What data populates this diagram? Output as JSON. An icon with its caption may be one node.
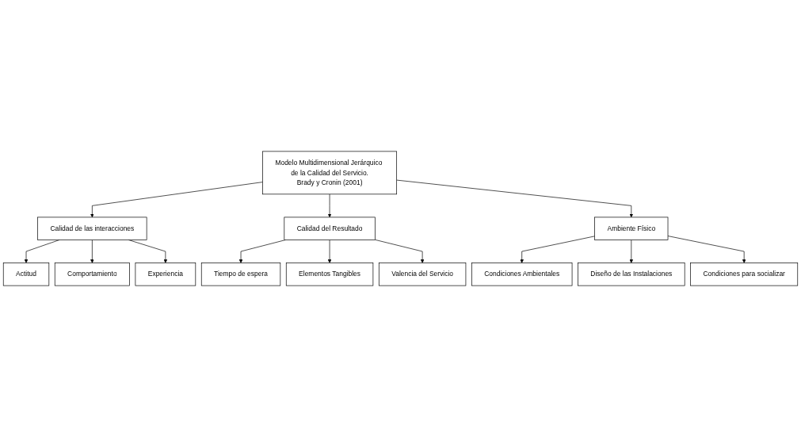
{
  "diagram": {
    "nodes": [
      {
        "text": [
          "Modelo Multidimensional Jerárquico de la Calidad del Servicio.",
          "Brady y Cronin (2001)"
        ]
      },
      {
        "text": [
          "Calidad de las interacciones"
        ]
      },
      {
        "text": [
          "Calidad del Resultado"
        ]
      },
      {
        "text": [
          "Ambiente Físico"
        ]
      },
      {
        "text": [
          "Actitud"
        ]
      },
      {
        "text": [
          "Comportamiento"
        ]
      },
      {
        "text": [
          "Experiencia"
        ]
      },
      {
        "text": [
          "Tiempo de espera"
        ]
      },
      {
        "text": [
          "Elementos Tangibles"
        ]
      },
      {
        "text": [
          "Valencia del Servicio"
        ]
      },
      {
        "text": [
          "Condiciones Ambientales"
        ]
      },
      {
        "text": [
          "Diseño de las Instalaciones"
        ]
      },
      {
        "text": [
          "Condiciones para socializar"
        ]
      }
    ],
    "edges": [
      {
        "from": 0,
        "to": 1,
        "arrow": "to"
      },
      {
        "from": 0,
        "to": 2,
        "arrow": "to"
      },
      {
        "from": 0,
        "to": 3,
        "arrow": "to"
      },
      {
        "from": 1,
        "to": 4,
        "arrow": "to"
      },
      {
        "from": 1,
        "to": 5,
        "arrow": "to"
      },
      {
        "from": 1,
        "to": 6,
        "arrow": "to"
      },
      {
        "from": 2,
        "to": 7,
        "arrow": "to"
      },
      {
        "from": 2,
        "to": 8,
        "arrow": "to"
      },
      {
        "from": 2,
        "to": 9,
        "arrow": "to"
      },
      {
        "from": 3,
        "to": 10,
        "arrow": "to"
      },
      {
        "from": 3,
        "to": 11,
        "arrow": "to"
      },
      {
        "from": 3,
        "to": 12,
        "arrow": "to"
      }
    ]
  }
}
